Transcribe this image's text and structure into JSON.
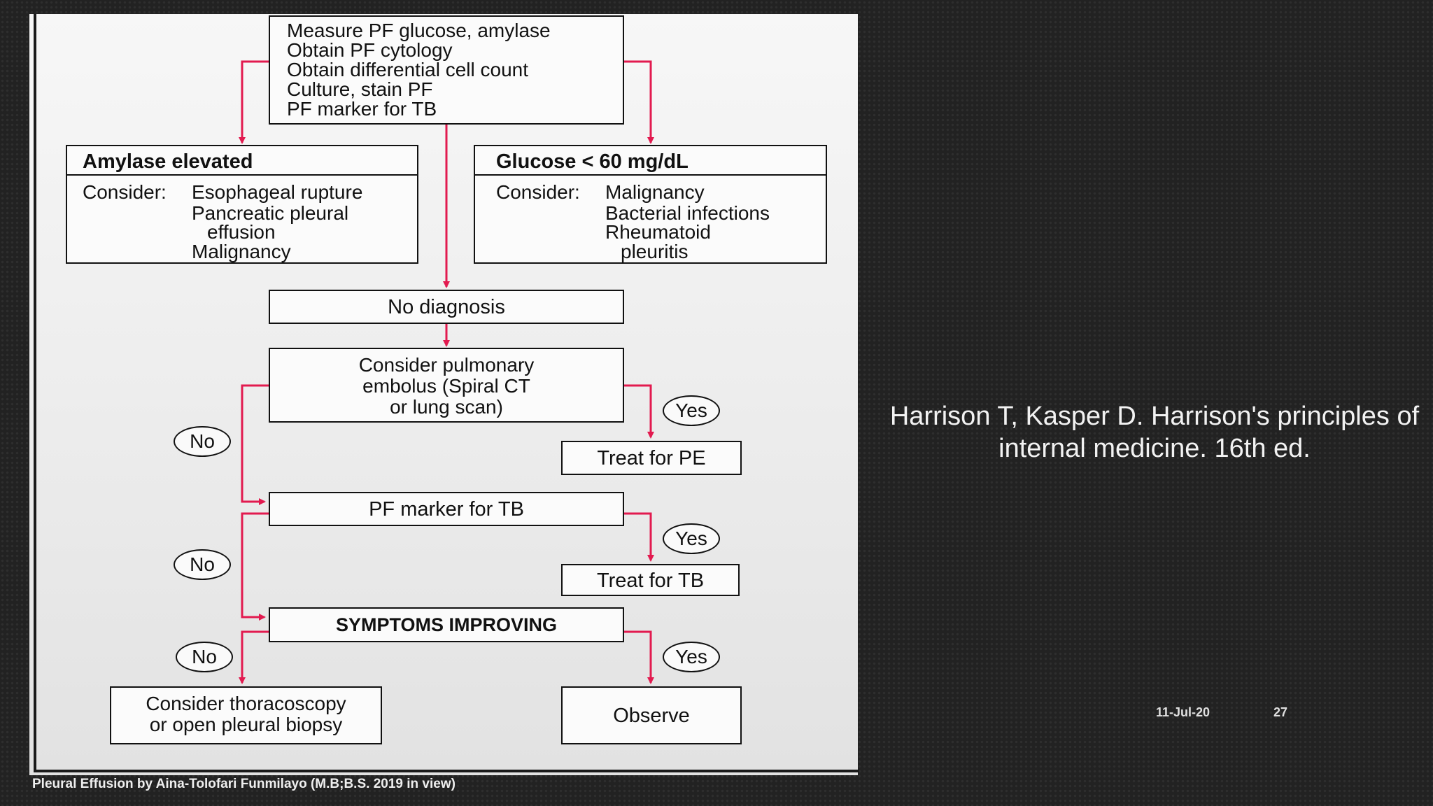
{
  "flowchart": {
    "tests_box": {
      "lines": [
        "Measure PF glucose, amylase",
        "Obtain PF cytology",
        "Obtain differential cell count",
        "Culture, stain PF",
        "PF marker for TB"
      ]
    },
    "amylase_box": {
      "header": "Amylase elevated",
      "consider": "Consider:",
      "items": [
        "Esophageal rupture",
        "Pancreatic pleural",
        "effusion",
        "Malignancy"
      ]
    },
    "glucose_box": {
      "header": "Glucose < 60 mg/dL",
      "consider": "Consider:",
      "items": [
        "Malignancy",
        "Bacterial infections",
        "Rheumatoid",
        "pleuritis"
      ]
    },
    "no_diagnosis": "No diagnosis",
    "pe_box": {
      "lines": [
        "Consider pulmonary",
        "embolus (Spiral CT",
        "or lung scan)"
      ]
    },
    "treat_pe": "Treat for PE",
    "tb_marker": "PF marker for TB",
    "treat_tb": "Treat for TB",
    "symptoms": "SYMPTOMS IMPROVING",
    "thoracoscopy_box": {
      "lines": [
        "Consider thoracoscopy",
        "or open pleural biopsy"
      ]
    },
    "observe": "Observe",
    "labels": {
      "yes": "Yes",
      "no": "No"
    }
  },
  "citation": "Harrison T, Kasper D. Harrison's principles of internal medicine. 16th ed.",
  "slide": {
    "date": "11-Jul-20",
    "number": "27",
    "footer": "Pleural Effusion by Aina-Tolofari Funmilayo (M.B;B.S. 2019 in view)"
  },
  "colors": {
    "connector": "#e21a4f",
    "box_border": "#111111",
    "background": "#222222"
  }
}
